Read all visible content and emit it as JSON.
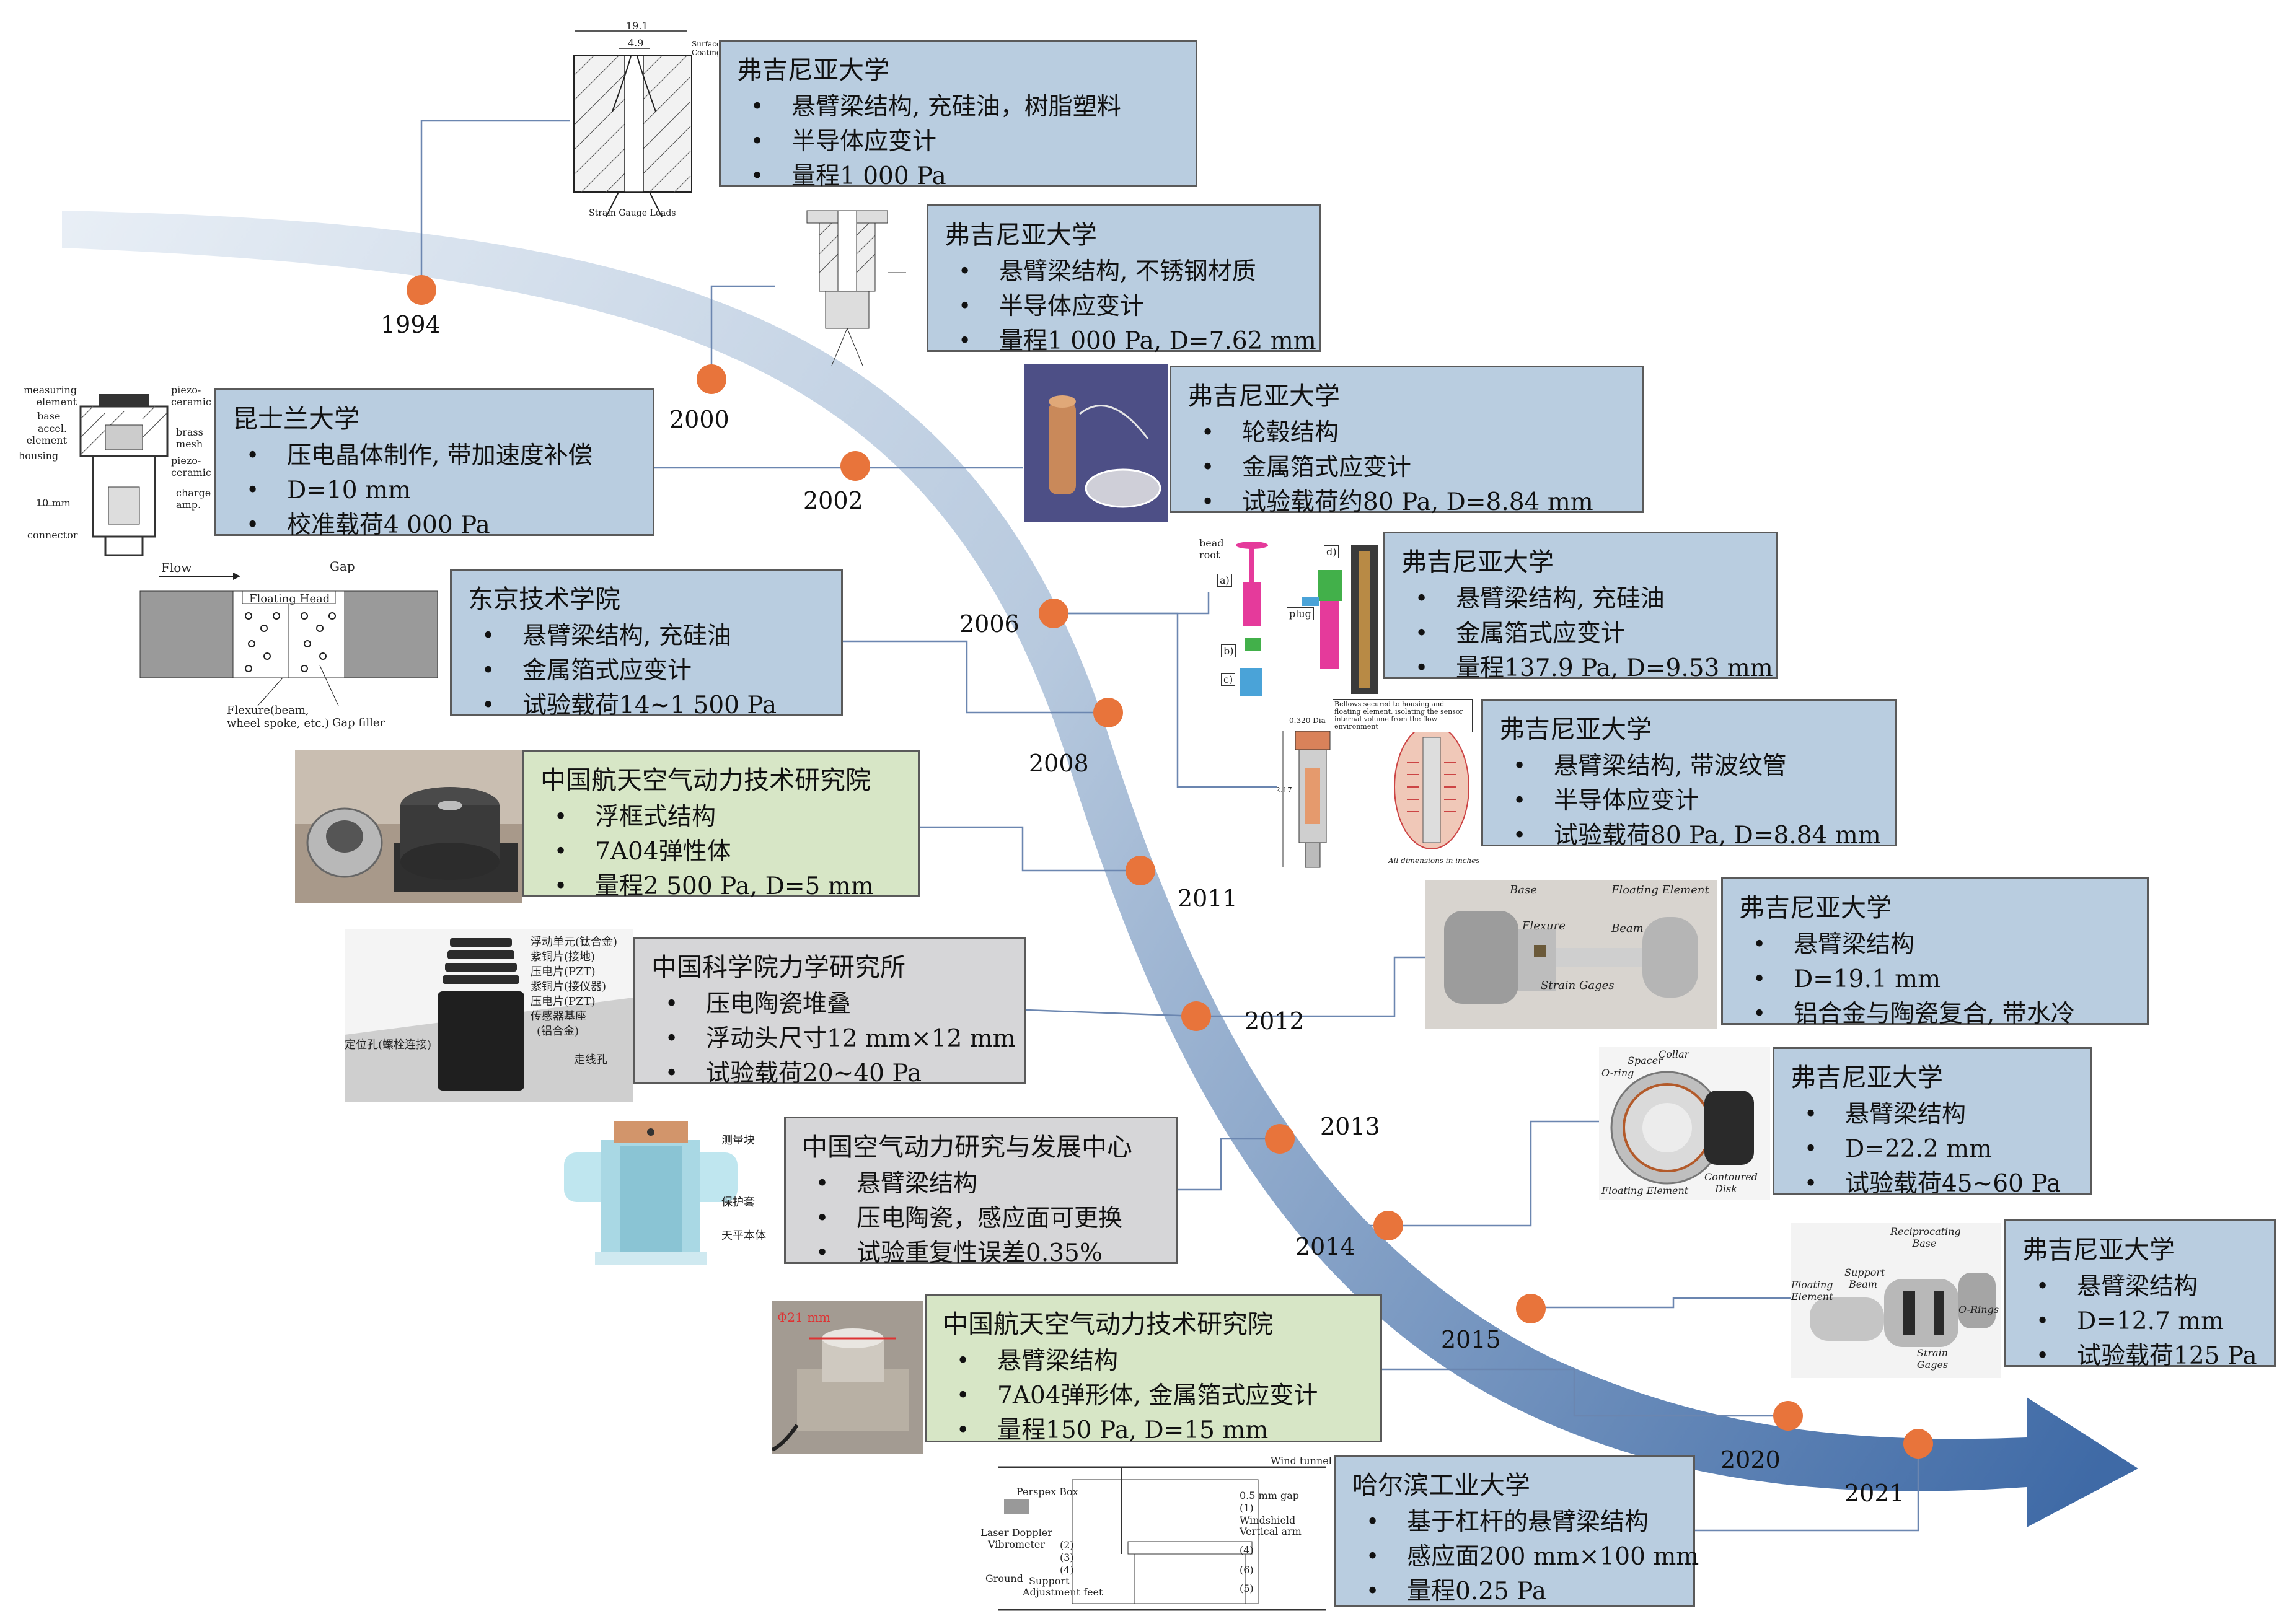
{
  "colors": {
    "arrow_light": "#e9eff6",
    "arrow_dark": "#3f6aa6",
    "dot": "#e8743b",
    "card_blue": "#b9cde0",
    "card_green": "#d7e6c6",
    "card_gray": "#d6d6d8",
    "connector": "#6b86b0"
  },
  "years": [
    "1994",
    "2000",
    "2002",
    "2006",
    "2008",
    "2011",
    "2012",
    "2013",
    "2014",
    "2015",
    "2020",
    "2021"
  ],
  "cards": [
    {
      "institution": "弗吉尼亚大学",
      "bullets": [
        "悬臂梁结构, 充硅油，树脂塑料",
        "半导体应变计",
        "量程1 000 Pa"
      ],
      "theme": "blue"
    },
    {
      "institution": "弗吉尼亚大学",
      "bullets": [
        "悬臂梁结构, 不锈钢材质",
        "半导体应变计",
        "量程1 000  Pa, D=7.62 mm"
      ],
      "theme": "blue"
    },
    {
      "institution": "昆士兰大学",
      "bullets": [
        "压电晶体制作, 带加速度补偿",
        "D=10 mm",
        "校准载荷4 000 Pa"
      ],
      "theme": "blue"
    },
    {
      "institution": "弗吉尼亚大学",
      "bullets": [
        "轮毂结构",
        "金属箔式应变计",
        "试验载荷约80 Pa, D=8.84 mm"
      ],
      "theme": "blue"
    },
    {
      "institution": "东京技术学院",
      "bullets": [
        "悬臂梁结构, 充硅油",
        "金属箔式应变计",
        "试验载荷14~1 500 Pa"
      ],
      "theme": "blue"
    },
    {
      "institution": "弗吉尼亚大学",
      "bullets": [
        "悬臂梁结构, 充硅油",
        "金属箔式应变计",
        "量程137.9 Pa, D=9.53 mm"
      ],
      "theme": "blue"
    },
    {
      "institution": "弗吉尼亚大学",
      "bullets": [
        "悬臂梁结构, 带波纹管",
        "半导体应变计",
        "试验载荷80 Pa, D=8.84 mm"
      ],
      "theme": "blue"
    },
    {
      "institution": "中国航天空气动力技术研究院",
      "bullets": [
        "浮框式结构",
        "7A04弹性体",
        "量程2 500 Pa, D=5 mm"
      ],
      "theme": "green"
    },
    {
      "institution": "弗吉尼亚大学",
      "bullets": [
        "悬臂梁结构",
        "D=19.1 mm",
        "铝合金与陶瓷复合, 带水冷"
      ],
      "theme": "blue"
    },
    {
      "institution": "中国科学院力学研究所",
      "bullets": [
        "压电陶瓷堆叠",
        "浮动头尺寸12 mm×12 mm",
        "试验载荷20~40 Pa"
      ],
      "theme": "gray"
    },
    {
      "institution": "弗吉尼亚大学",
      "bullets": [
        "悬臂梁结构",
        "D=22.2 mm",
        "试验载荷45~60 Pa"
      ],
      "theme": "blue"
    },
    {
      "institution": "中国空气动力研究与发展中心",
      "bullets": [
        "悬臂梁结构",
        "压电陶瓷，感应面可更换",
        "试验重复性误差0.35%"
      ],
      "theme": "gray"
    },
    {
      "institution": "弗吉尼亚大学",
      "bullets": [
        "悬臂梁结构",
        "D=12.7 mm",
        "试验载荷125 Pa"
      ],
      "theme": "blue"
    },
    {
      "institution": "中国航天空气动力技术研究院",
      "bullets": [
        "悬臂梁结构",
        "7A04弹形体, 金属箔式应变计",
        "量程150 Pa, D=15 mm"
      ],
      "theme": "green"
    },
    {
      "institution": "哈尔滨工业大学",
      "bullets": [
        "基于杠杆的悬臂梁结构",
        "感应面200 mm×100 mm",
        "量程0.25 Pa"
      ],
      "theme": "blue"
    }
  ],
  "figure_labels": {
    "f1_dims": [
      "19.1",
      "4.9"
    ],
    "f1_surface": "Surface Coating",
    "f1_leads": "Strain Gauge Leads",
    "f3": [
      "measuring element",
      "piezo-ceramic",
      "base",
      "accel. element",
      "brass mesh",
      "housing",
      "piezo-ceramic",
      "charge amp.",
      "10 mm",
      "connector"
    ],
    "f5": [
      "Flow",
      "Gap",
      "Floating Head",
      "Flexure(beam, wheel spoke, etc.)",
      "Gap filler"
    ],
    "f6": [
      "bead root",
      "a)",
      "b)",
      "c)",
      "d)",
      "plug"
    ],
    "f7": [
      "0.320 Dia",
      "2.17",
      "All dimensions in inches"
    ],
    "f7_note": "Bellows secured to housing and floating element, isolating the sensor internal volume from the flow environment",
    "f9": [
      "Base",
      "Floating Element",
      "Flexure",
      "Beam",
      "Strain Gages"
    ],
    "f10": [
      "浮动单元(钛合金)",
      "紫铜片(接地)",
      "压电片(PZT)",
      "紫铜片(接仪器)",
      "压电片(PZT)",
      "传感器基座",
      "(铝合金)",
      "定位孔(螺栓连接)",
      "走线孔"
    ],
    "f11": [
      "Spacer",
      "Collar",
      "O-ring",
      "Contoured Disk",
      "Floating Element"
    ],
    "f12": [
      "测量块",
      "保护套",
      "天平本体"
    ],
    "f13": [
      "Reciprocating Base",
      "Floating Element",
      "Support Beam",
      "O-Rings",
      "Strain Gages"
    ],
    "f14": [
      "Φ21 mm"
    ],
    "f15": [
      "Wind tunnel",
      "Perspex Box",
      "0.5 mm gap",
      "(1)",
      "Windshield",
      "Vertical arm",
      "Laser  Doppler Vibrometer",
      "(2)",
      "(3)",
      "(4)",
      "(4)",
      "(6)",
      "(5)",
      "Ground",
      "Support",
      "Adjustment feet"
    ]
  }
}
